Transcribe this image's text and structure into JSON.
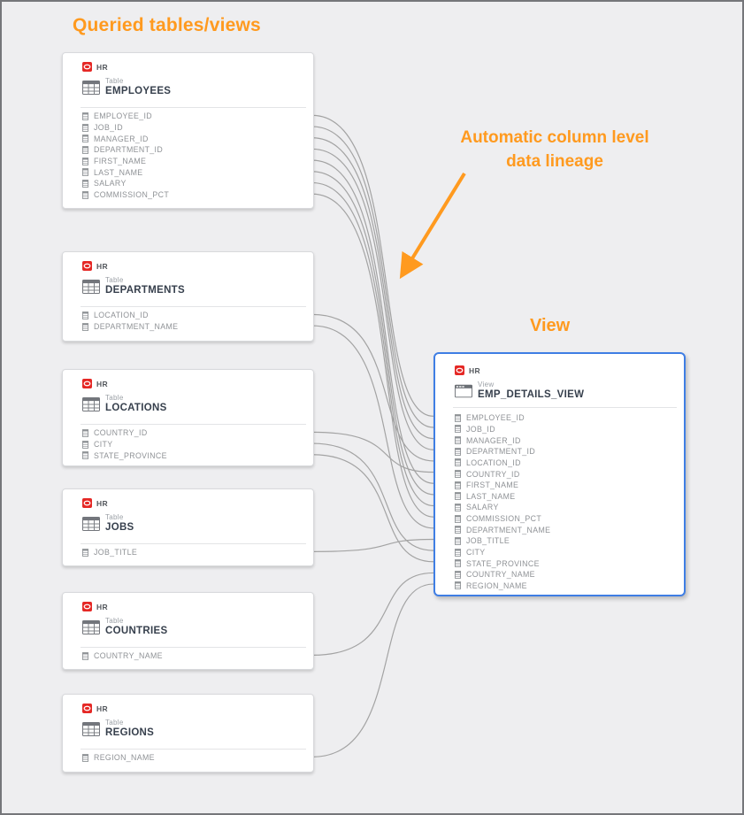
{
  "heading": "Queried tables/views",
  "view_heading": "View",
  "annotation": {
    "line1": "Automatic column level",
    "line2": "data lineage"
  },
  "icons": {
    "schema_icon": "oracle-logo",
    "table_icon": "table-grid",
    "view_icon": "view-window",
    "column_icon": "column-cells",
    "annotation_arrow": "arrow-down-left"
  },
  "colors": {
    "accent_orange": "#ff9a1f",
    "view_border_blue": "#3f7ee4",
    "oracle_red": "#e52825",
    "connection_line": "#a3a3a3",
    "background": "#eeeef0",
    "card_title": "#37404d",
    "column_text": "#8f9296"
  },
  "tables": [
    {
      "schema": "HR",
      "type_label": "Table",
      "name": "EMPLOYEES",
      "columns": [
        "EMPLOYEE_ID",
        "JOB_ID",
        "MANAGER_ID",
        "DEPARTMENT_ID",
        "FIRST_NAME",
        "LAST_NAME",
        "SALARY",
        "COMMISSION_PCT"
      ]
    },
    {
      "schema": "HR",
      "type_label": "Table",
      "name": "DEPARTMENTS",
      "columns": [
        "LOCATION_ID",
        "DEPARTMENT_NAME"
      ]
    },
    {
      "schema": "HR",
      "type_label": "Table",
      "name": "LOCATIONS",
      "columns": [
        "COUNTRY_ID",
        "CITY",
        "STATE_PROVINCE"
      ]
    },
    {
      "schema": "HR",
      "type_label": "Table",
      "name": "JOBS",
      "columns": [
        "JOB_TITLE"
      ]
    },
    {
      "schema": "HR",
      "type_label": "Table",
      "name": "COUNTRIES",
      "columns": [
        "COUNTRY_NAME"
      ]
    },
    {
      "schema": "HR",
      "type_label": "Table",
      "name": "REGIONS",
      "columns": [
        "REGION_NAME"
      ]
    }
  ],
  "view": {
    "schema": "HR",
    "type_label": "View",
    "name": "EMP_DETAILS_VIEW",
    "columns": [
      "EMPLOYEE_ID",
      "JOB_ID",
      "MANAGER_ID",
      "DEPARTMENT_ID",
      "LOCATION_ID",
      "COUNTRY_ID",
      "FIRST_NAME",
      "LAST_NAME",
      "SALARY",
      "COMMISSION_PCT",
      "DEPARTMENT_NAME",
      "JOB_TITLE",
      "CITY",
      "STATE_PROVINCE",
      "COUNTRY_NAME",
      "REGION_NAME"
    ]
  },
  "connections": [
    {
      "source_table": "EMPLOYEES",
      "source_column": "EMPLOYEE_ID",
      "target_column": "EMPLOYEE_ID"
    },
    {
      "source_table": "EMPLOYEES",
      "source_column": "JOB_ID",
      "target_column": "JOB_ID"
    },
    {
      "source_table": "EMPLOYEES",
      "source_column": "MANAGER_ID",
      "target_column": "MANAGER_ID"
    },
    {
      "source_table": "EMPLOYEES",
      "source_column": "DEPARTMENT_ID",
      "target_column": "DEPARTMENT_ID"
    },
    {
      "source_table": "EMPLOYEES",
      "source_column": "FIRST_NAME",
      "target_column": "FIRST_NAME"
    },
    {
      "source_table": "EMPLOYEES",
      "source_column": "LAST_NAME",
      "target_column": "LAST_NAME"
    },
    {
      "source_table": "EMPLOYEES",
      "source_column": "SALARY",
      "target_column": "SALARY"
    },
    {
      "source_table": "EMPLOYEES",
      "source_column": "COMMISSION_PCT",
      "target_column": "COMMISSION_PCT"
    },
    {
      "source_table": "DEPARTMENTS",
      "source_column": "LOCATION_ID",
      "target_column": "LOCATION_ID"
    },
    {
      "source_table": "DEPARTMENTS",
      "source_column": "DEPARTMENT_NAME",
      "target_column": "DEPARTMENT_NAME"
    },
    {
      "source_table": "LOCATIONS",
      "source_column": "COUNTRY_ID",
      "target_column": "COUNTRY_ID"
    },
    {
      "source_table": "LOCATIONS",
      "source_column": "CITY",
      "target_column": "CITY"
    },
    {
      "source_table": "LOCATIONS",
      "source_column": "STATE_PROVINCE",
      "target_column": "STATE_PROVINCE"
    },
    {
      "source_table": "JOBS",
      "source_column": "JOB_TITLE",
      "target_column": "JOB_TITLE"
    },
    {
      "source_table": "COUNTRIES",
      "source_column": "COUNTRY_NAME",
      "target_column": "COUNTRY_NAME"
    },
    {
      "source_table": "REGIONS",
      "source_column": "REGION_NAME",
      "target_column": "REGION_NAME"
    }
  ]
}
